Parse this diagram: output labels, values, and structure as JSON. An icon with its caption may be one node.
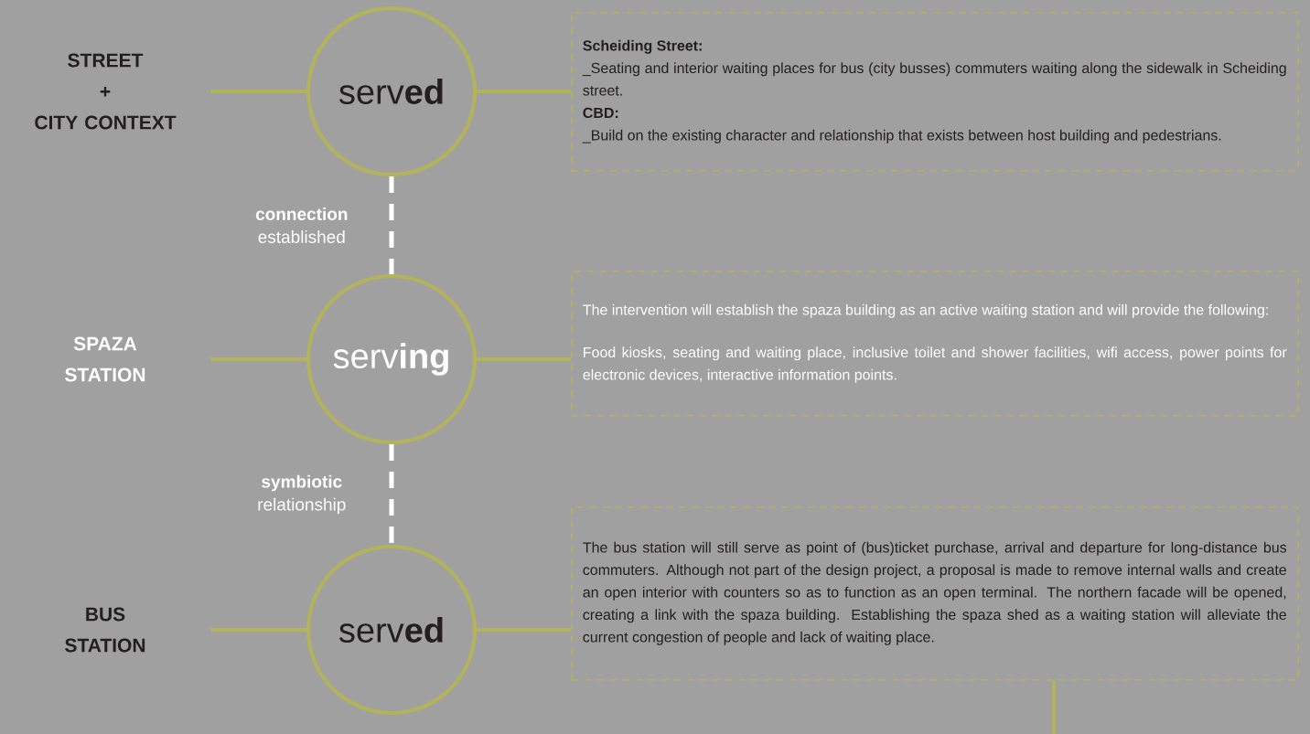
{
  "diagram": {
    "nodes": [
      {
        "text": [
          "STREET",
          "+",
          "CITY CONTEXT"
        ]
      },
      {
        "text": [
          "serv**ed**"
        ]
      },
      {
        "text": [
          "Scheiding Street:",
          "_Seating and interior waiting places for bus (city busses) commuters waiting along the sidewalk in Scheiding street.",
          "CBD:",
          "_Build on the existing character and relationship that exists between host building and pedestrians."
        ]
      },
      {
        "text": [
          "SPAZA STATION"
        ]
      },
      {
        "text": [
          "serv**ing**"
        ]
      },
      {
        "text": [
          "The intervention will establish the spaza building as an active waiting station and will provide the following:",
          "Food kiosks, seating and waiting place, inclusive toilet and shower facilities, wifi access, power points for electronic devices, interactive information points."
        ]
      },
      {
        "text": [
          "BUS STATION"
        ]
      },
      {
        "text": [
          "serv**ed**"
        ]
      },
      {
        "text": [
          "The bus station will still serve as point of (bus)ticket purchase, arrival and departure for long-distance bus commuters. Although not part of the design project, a proposal is made to remove internal walls and create an open interior with counters so as to function as an open terminal. The northern facade will be opened, creating a link with the spaza building. Establishing the spaza shed as a waiting station will alleviate the current congestion of people and lack of waiting place."
        ]
      }
    ],
    "edges": [
      {
        "from": 0,
        "to": 1,
        "arrow": "none"
      },
      {
        "from": 1,
        "to": 2,
        "arrow": "none"
      },
      {
        "from": 1,
        "to": 4,
        "arrow": "none",
        "label": "**connection** established",
        "style": "dashed",
        "color": "#ffffff"
      },
      {
        "from": 3,
        "to": 4,
        "arrow": "none"
      },
      {
        "from": 4,
        "to": 5,
        "arrow": "none"
      },
      {
        "from": 4,
        "to": 7,
        "arrow": "none",
        "label": "**symbiotic** relationship",
        "style": "dashed",
        "color": "#ffffff"
      },
      {
        "from": 6,
        "to": 7,
        "arrow": "none"
      },
      {
        "from": 7,
        "to": 8,
        "arrow": "none"
      },
      {
        "from": 8,
        "to": null,
        "arrow": "none"
      }
    ]
  }
}
